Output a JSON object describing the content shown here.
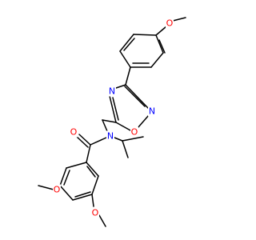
{
  "colors": {
    "bond": "#000000",
    "oxygen": "#ff0000",
    "nitrogen": "#0000ff",
    "background": "#ffffff"
  },
  "labels": {
    "methoxy_top_o": "O",
    "oxadiazole_n4": "N",
    "oxadiazole_n2": "N",
    "oxadiazole_o1": "O",
    "amide_o": "O",
    "amide_n": "N",
    "methoxy_3_o": "O",
    "methoxy_4_o": "O"
  }
}
